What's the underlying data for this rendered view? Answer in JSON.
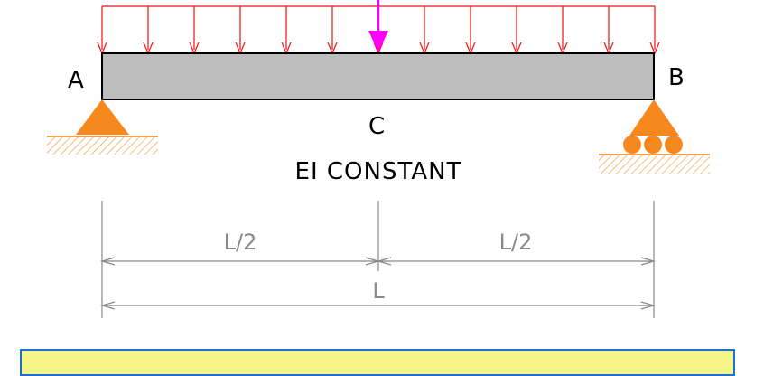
{
  "labels": {
    "support_a": "A",
    "support_b": "B",
    "midspan": "C",
    "stiffness": "EI CONSTANT",
    "half_span_left": "L/2",
    "half_span_right": "L/2",
    "span": "L"
  },
  "colors": {
    "distributed_load": "#ee1111",
    "point_load": "#ff00ff",
    "beam_fill": "#bdbdbd",
    "support": "#f7881d",
    "ground_hatch": "#f2a24b",
    "dimension": "#8a8a8a",
    "footer_fill": "#f4f48a",
    "footer_border": "#1e6fd0"
  },
  "load": {
    "distributed_arrow_count": 13
  }
}
